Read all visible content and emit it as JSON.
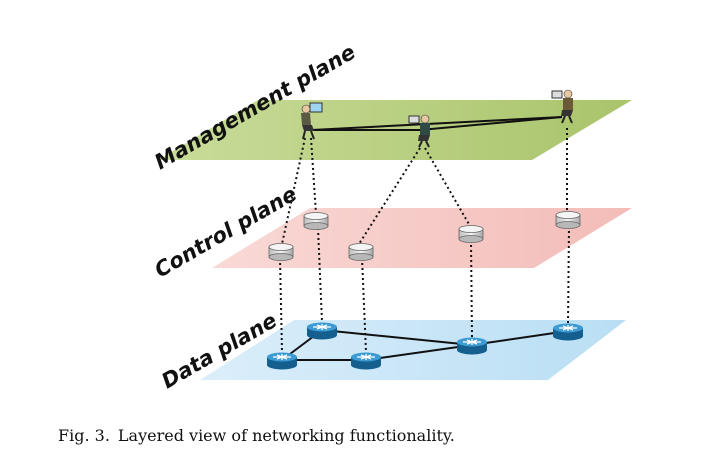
{
  "planes": [
    {
      "id": "management",
      "label": "Management plane",
      "fill": "#c9dc9a",
      "fill_dark": "#a9c46b"
    },
    {
      "id": "control",
      "label": "Control plane",
      "fill": "#f9d9d6",
      "fill_dark": "#f3bcb8"
    },
    {
      "id": "data",
      "label": "Data plane",
      "fill": "#dbeefa",
      "fill_dark": "#b9def4"
    }
  ],
  "colors": {
    "router": "#1f7fb8",
    "controller": "#e4e4e4",
    "link": "#111111"
  },
  "icons": {
    "operator": "person-at-computer-icon",
    "controller": "controller-disk-icon",
    "router": "router-icon"
  },
  "caption": {
    "figure_number": "Fig. 3.",
    "text": "Layered view of networking functionality."
  }
}
